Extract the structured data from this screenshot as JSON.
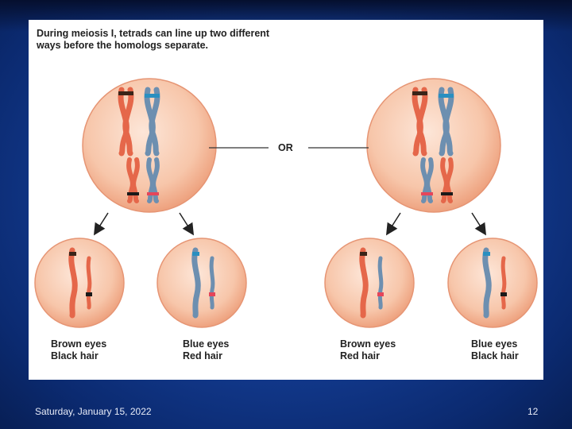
{
  "caption": "During meiosis I, tetrads can line up two different ways before the homologs separate.",
  "or_label": "OR",
  "cells": [
    {
      "eyes": "Brown eyes",
      "hair": "Black hair"
    },
    {
      "eyes": "Blue eyes",
      "hair": "Red hair"
    },
    {
      "eyes": "Brown eyes",
      "hair": "Red hair"
    },
    {
      "eyes": "Blue eyes",
      "hair": "Black hair"
    }
  ],
  "footer": {
    "date": "Saturday, January 15, 2022",
    "page": "12"
  },
  "colors": {
    "red_chromosome": "#e5674a",
    "blue_chromosome": "#6d8fb0",
    "cell": "#f6c3a6"
  }
}
